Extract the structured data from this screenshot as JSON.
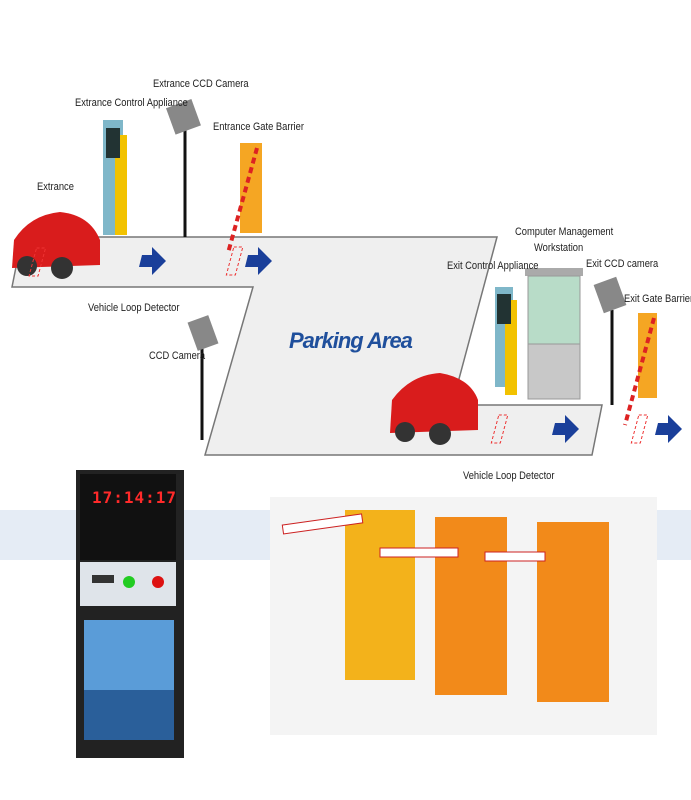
{
  "labels": {
    "entrance": "Extrance",
    "entrance_control": "Extrance Control Appliance",
    "entrance_camera": "Extrance CCD Camera",
    "entrance_barrier": "Entrance Gate Barrier",
    "loop_detector_top": "Vehicle Loop Detector",
    "ccd_camera": "CCD Camera",
    "parking_area": "Parking Area",
    "workstation_line1": "Computer Management",
    "workstation_line2": "Workstation",
    "exit_control": "Exit Control Appliance",
    "exit_camera": "Exit CCD camera",
    "exit_barrier": "Exit Gate Barrier",
    "loop_detector_bottom": "Vehicle Loop Detector"
  },
  "kiosk": {
    "clock": "17:14:17"
  },
  "colors": {
    "road": "#efefef",
    "arrow": "#1a3f9a",
    "barrier": "#f5a623",
    "car": "#d91c1c",
    "title": "#1f4f9c"
  }
}
